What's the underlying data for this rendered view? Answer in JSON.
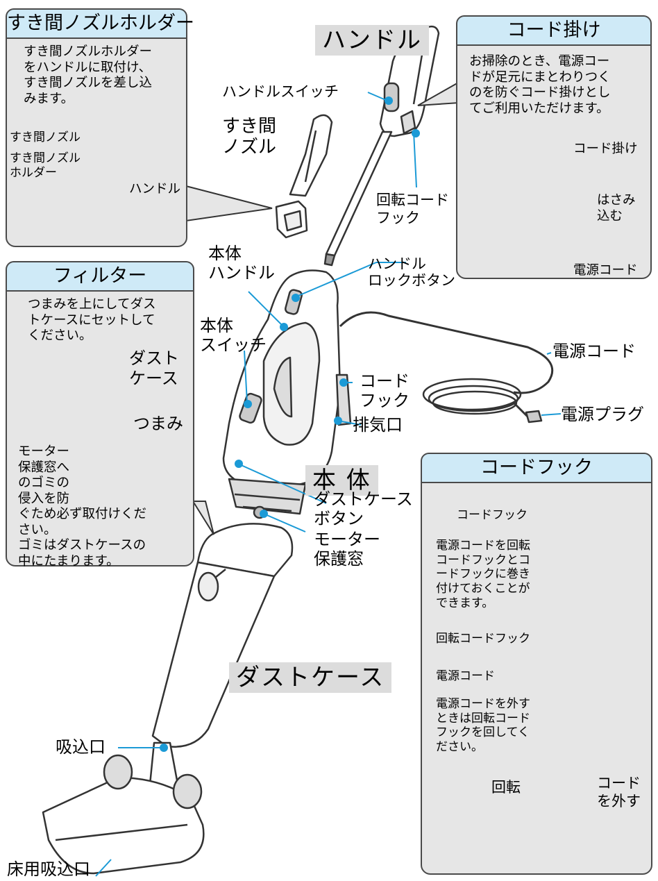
{
  "title_labels": {
    "handle": "ハンドル",
    "body": "本 体",
    "dust_case": "ダストケース"
  },
  "panels": {
    "nozzle_holder": {
      "heading": "すき間ノズルホルダー",
      "desc": "すき間ノズルホルダー\nをハンドルに取付け、\nすき間ノズルを差し込\nみます。",
      "label_nozzle": "すき間ノズル",
      "label_holder": "すき間ノズル\nホルダー",
      "label_handle": "ハンドル"
    },
    "cord_hanger": {
      "heading": "コード掛け",
      "desc": "お掃除のとき、電源コー\nドが足元にまとわりつく\nのを防ぐコード掛けとし\nてご利用いただけます。",
      "label_hanger": "コード掛け",
      "label_pinch": "はさみ\n込む",
      "label_cord": "電源コード"
    },
    "filter": {
      "heading": "フィルター",
      "desc": "つまみを上にしてダス\nトケースにセットして\nください。",
      "label_dustcase": "ダスト\nケース",
      "label_knob": "つまみ",
      "label_window": "モーター\n保護窓へ\nのゴミの\n侵入を防\nぐため必ず取付けくだ\nさい。\nゴミはダストケースの\n中にたまります。"
    },
    "cord_hook": {
      "heading": "コードフック",
      "label_hook": "コードフック",
      "desc1": "電源コードを回転\nコードフックとコ\nードフックに巻き\n付けておくことが\nできます。",
      "label_rotating_hook": "回転コードフック",
      "label_power_cord": "電源コード",
      "desc2": "電源コードを外す\nときは回転コード\nフックを回してく\nださい。",
      "label_rotate": "回転",
      "label_remove": "コード\nを外す"
    }
  },
  "callouts": {
    "handle_switch": "ハンドルスイッチ",
    "crevice_nozzle": "すき間\nノズル",
    "rotating_cord_hook": "回転コード\nフック",
    "body_handle": "本体\nハンドル",
    "handle_lock_button": "ハンドル\nロックボタン",
    "body_switch": "本体\nスイッチ",
    "power_cord": "電源コード",
    "cord_hook": "コード\nフック",
    "power_plug": "電源プラグ",
    "exhaust": "排気口",
    "dust_case_button": "ダストケース\nボタン",
    "motor_window": "モーター\n保護窓",
    "suction_inlet": "吸込口",
    "floor_inlet": "床用吸込口"
  },
  "colors": {
    "panel_bg": "#e6e6e6",
    "panel_head": "#cfeaf7",
    "leader": "#1b9ad6",
    "label_bg": "#dcdcdc"
  }
}
